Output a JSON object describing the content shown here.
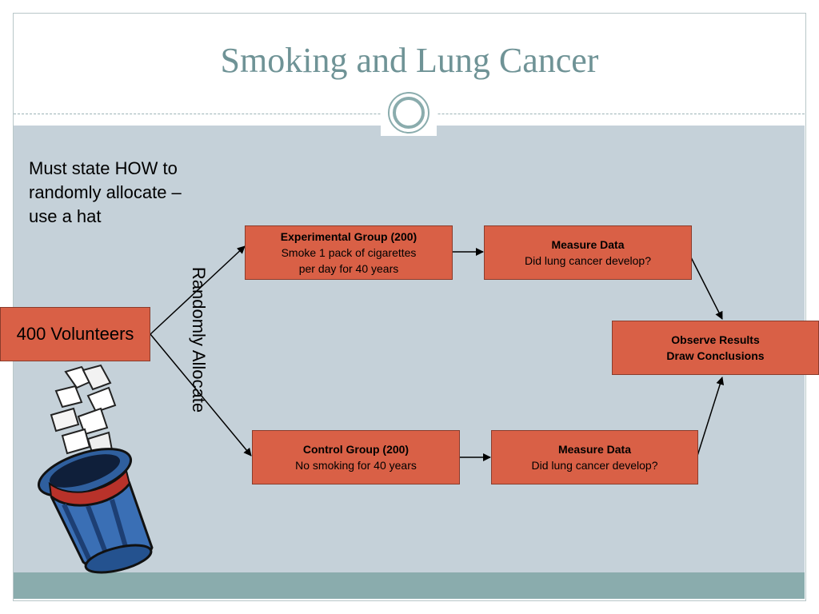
{
  "slide": {
    "title": "Smoking and Lung Cancer",
    "note": "Must state HOW to\nrandomly allocate –\nuse a hat",
    "allocate_label": "Randomly Allocate"
  },
  "boxes": {
    "volunteers": "400 Volunteers",
    "experimental": {
      "title": "Experimental Group (200)",
      "line1": "Smoke 1 pack of cigarettes",
      "line2": "per day for 40 years"
    },
    "control": {
      "title": "Control Group (200)",
      "line1": "No smoking for 40 years"
    },
    "measure_top": {
      "title": "Measure Data",
      "line1": "Did lung cancer develop?"
    },
    "measure_bottom": {
      "title": "Measure Data",
      "line1": "Did lung cancer develop?"
    },
    "observe": {
      "title": "Observe Results",
      "line1": "Draw Conclusions"
    }
  },
  "colors": {
    "title": "#6f9396",
    "content_bg": "#c5d1d9",
    "box_fill": "#d96046",
    "accent_bar": "#8aacad"
  },
  "icons": {
    "hat": "magic-hat-with-paper-slips-icon"
  }
}
